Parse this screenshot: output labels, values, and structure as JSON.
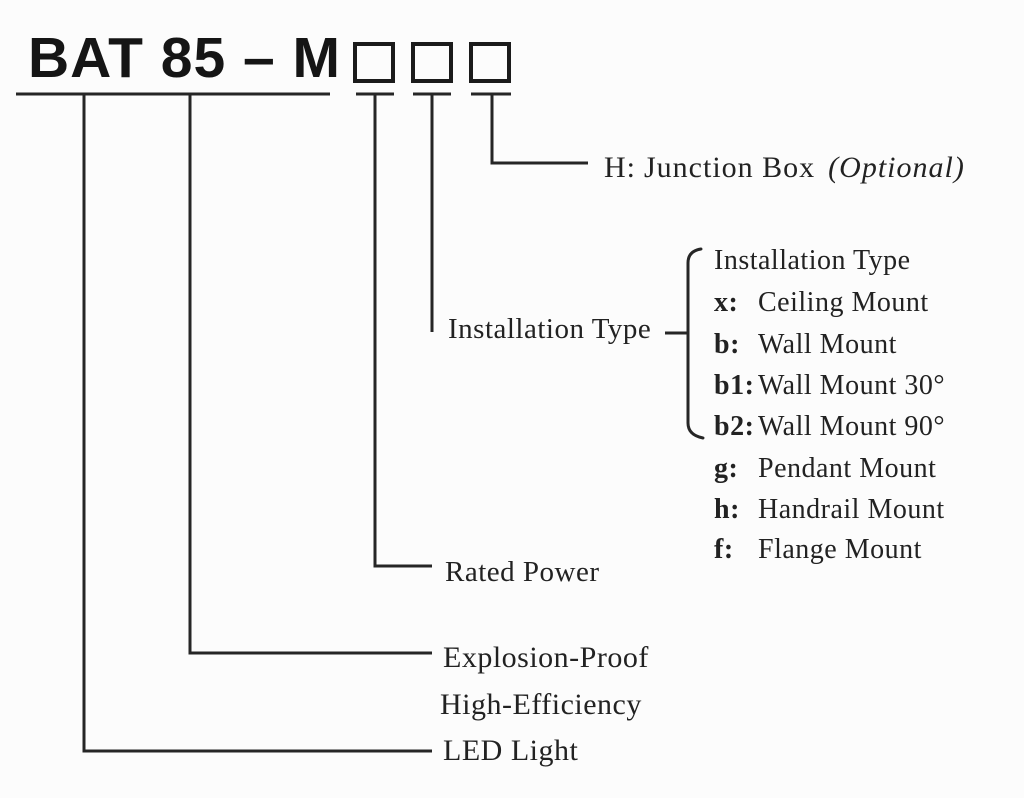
{
  "colors": {
    "ink": "#1f1f1f",
    "line": "#262626",
    "background": "#fcfcfc"
  },
  "model": {
    "prefix": "BAT 85 – M",
    "code_box_count": 3
  },
  "junction": {
    "key": "H:",
    "name": "Junction Box",
    "note": "(Optional)"
  },
  "installation": {
    "label": "Installation Type",
    "header": "Installation Type",
    "items": [
      {
        "key": "x:",
        "label": "Ceiling Mount"
      },
      {
        "key": "b:",
        "label": "Wall Mount"
      },
      {
        "key": "b1:",
        "label": "Wall Mount 30°"
      },
      {
        "key": "b2:",
        "label": "Wall Mount 90°"
      },
      {
        "key": "g:",
        "label": "Pendant Mount"
      },
      {
        "key": "h:",
        "label": "Handrail Mount"
      },
      {
        "key": "f:",
        "label": "Flange Mount"
      }
    ]
  },
  "rated_power": {
    "label": "Rated Power"
  },
  "descriptor": {
    "line1": "Explosion-Proof",
    "line2": "High-Efficiency"
  },
  "led_light": {
    "label": "LED Light"
  }
}
